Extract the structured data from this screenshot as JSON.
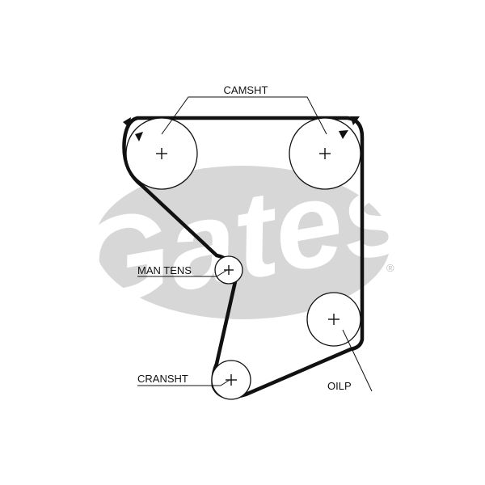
{
  "labels": {
    "camshaft": "CAMSHT",
    "tensioner": "MAN TENS",
    "crankshaft": "CRANSHT",
    "oil_pump": "OILP"
  },
  "logo": {
    "text": "Gates",
    "registered_mark": "®"
  },
  "colors": {
    "belt": "#111111",
    "logo_fill": "#d7d7d7",
    "background": "#ffffff"
  },
  "icons": {
    "rotation_arrow": "triangle-arrow-icon",
    "pulley_center": "plus-icon"
  }
}
